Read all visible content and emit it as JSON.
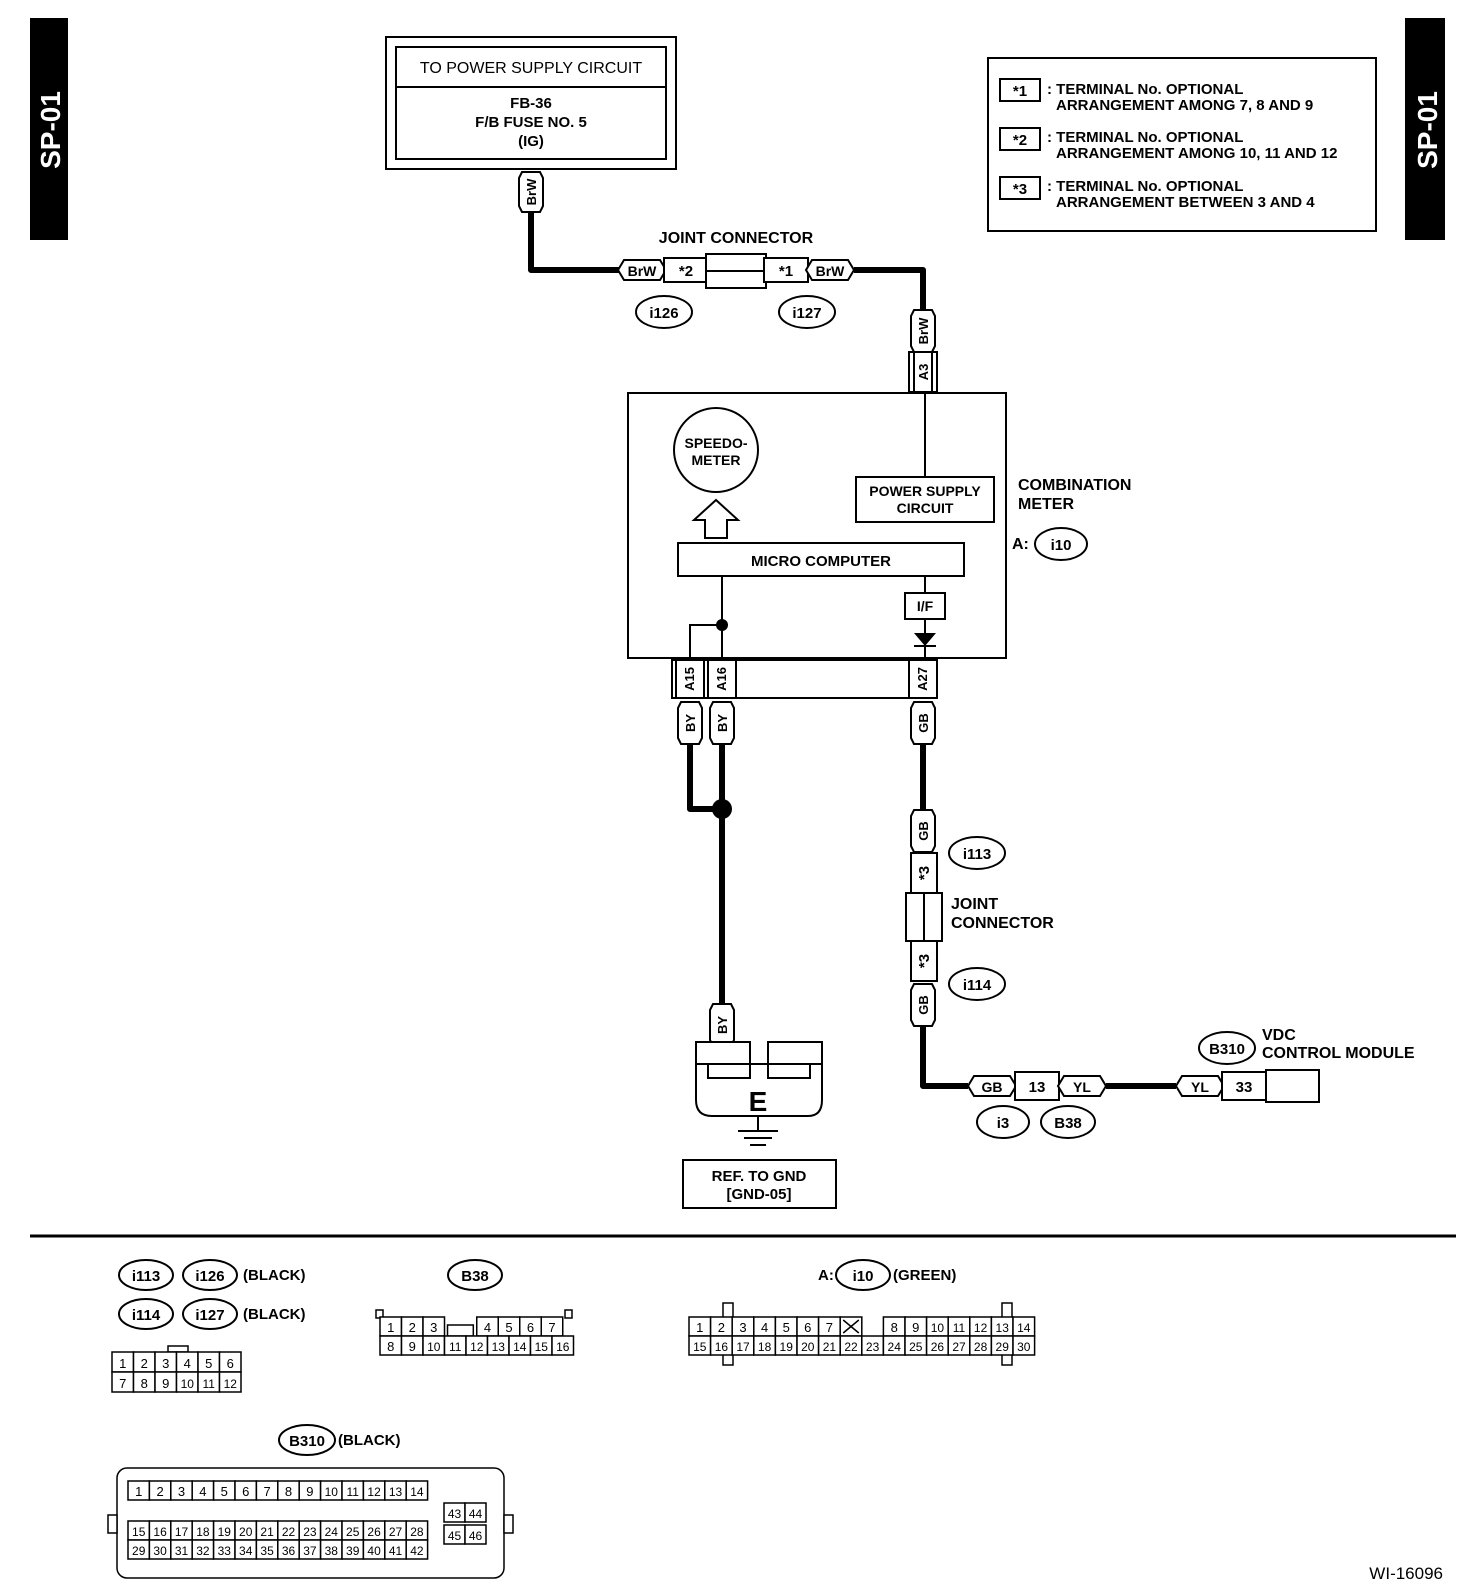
{
  "page": {
    "tab": "SP-01",
    "figure_code": "WI-16096"
  },
  "power_supply": {
    "title": "TO POWER SUPPLY CIRCUIT",
    "line1": "FB-36",
    "line2": "F/B FUSE NO. 5",
    "line3": "(IG)"
  },
  "legend": [
    {
      "mark": "*1",
      "line1": ": TERMINAL No. OPTIONAL",
      "line2": "ARRANGEMENT  AMONG 7, 8 AND 9"
    },
    {
      "mark": "*2",
      "line1": ": TERMINAL No. OPTIONAL",
      "line2": "ARRANGEMENT AMONG 10, 11 AND 12"
    },
    {
      "mark": "*3",
      "line1": ": TERMINAL No. OPTIONAL",
      "line2": "ARRANGEMENT BETWEEN 3 AND 4"
    }
  ],
  "joint_connector": {
    "label": "JOINT CONNECTOR",
    "left_mark": "*2",
    "right_mark": "*1",
    "bottom_mark": "*3",
    "label_line1": "JOINT",
    "label_line2": "CONNECTOR"
  },
  "wires": {
    "brw": "BrW",
    "by": "BY",
    "gb": "GB",
    "yl": "YL"
  },
  "pins": {
    "a3": "A3",
    "a15": "A15",
    "a16": "A16",
    "a27": "A27",
    "i3_b38": "13",
    "b310": "33"
  },
  "meter": {
    "speedo_line1": "SPEEDO-",
    "speedo_line2": "METER",
    "psc_line1": "POWER SUPPLY",
    "psc_line2": "CIRCUIT",
    "micro_computer": "MICRO COMPUTER",
    "if": "I/F",
    "label_line1": "COMBINATION",
    "label_line2": "METER",
    "connector_prefix": "A:"
  },
  "connectors": {
    "i126": "i126",
    "i127": "i127",
    "i10": "i10",
    "i113": "i113",
    "i114": "i114",
    "i3": "i3",
    "b38": "B38",
    "b310": "B310"
  },
  "ground": {
    "terminal": "E",
    "ref_line1": "REF. TO GND",
    "ref_line2": "[GND-05]"
  },
  "vdc": {
    "line1": "VDC",
    "line2": "CONTROL MODULE"
  },
  "colors": {
    "black": "(BLACK)",
    "green": "(GREEN)"
  },
  "connector_views": {
    "six": {
      "top": [
        "1",
        "2",
        "3",
        "4",
        "5",
        "6"
      ],
      "bottom": [
        "7",
        "8",
        "9",
        "10",
        "11",
        "12"
      ]
    },
    "b38": {
      "top": [
        "1",
        "2",
        "3",
        "",
        "4",
        "5",
        "6",
        "7"
      ],
      "bottom": [
        "8",
        "9",
        "10",
        "11",
        "12",
        "13",
        "14",
        "15",
        "16"
      ]
    },
    "i10": {
      "top": [
        "1",
        "2",
        "3",
        "4",
        "5",
        "6",
        "7",
        "X",
        "8",
        "9",
        "10",
        "11",
        "12",
        "13",
        "14"
      ],
      "bottom": [
        "15",
        "16",
        "17",
        "18",
        "19",
        "20",
        "21",
        "22",
        "23",
        "24",
        "25",
        "26",
        "27",
        "28",
        "29",
        "30"
      ]
    },
    "b310": {
      "row1": [
        "1",
        "2",
        "3",
        "4",
        "5",
        "6",
        "7",
        "8",
        "9",
        "10",
        "11",
        "12",
        "13",
        "14"
      ],
      "row2": [
        "15",
        "16",
        "17",
        "18",
        "19",
        "20",
        "21",
        "22",
        "23",
        "24",
        "25",
        "26",
        "27",
        "28"
      ],
      "row3": [
        "29",
        "30",
        "31",
        "32",
        "33",
        "34",
        "35",
        "36",
        "37",
        "38",
        "39",
        "40",
        "41",
        "42"
      ],
      "side_top": [
        "43",
        "44"
      ],
      "side_bottom": [
        "45",
        "46"
      ]
    }
  }
}
